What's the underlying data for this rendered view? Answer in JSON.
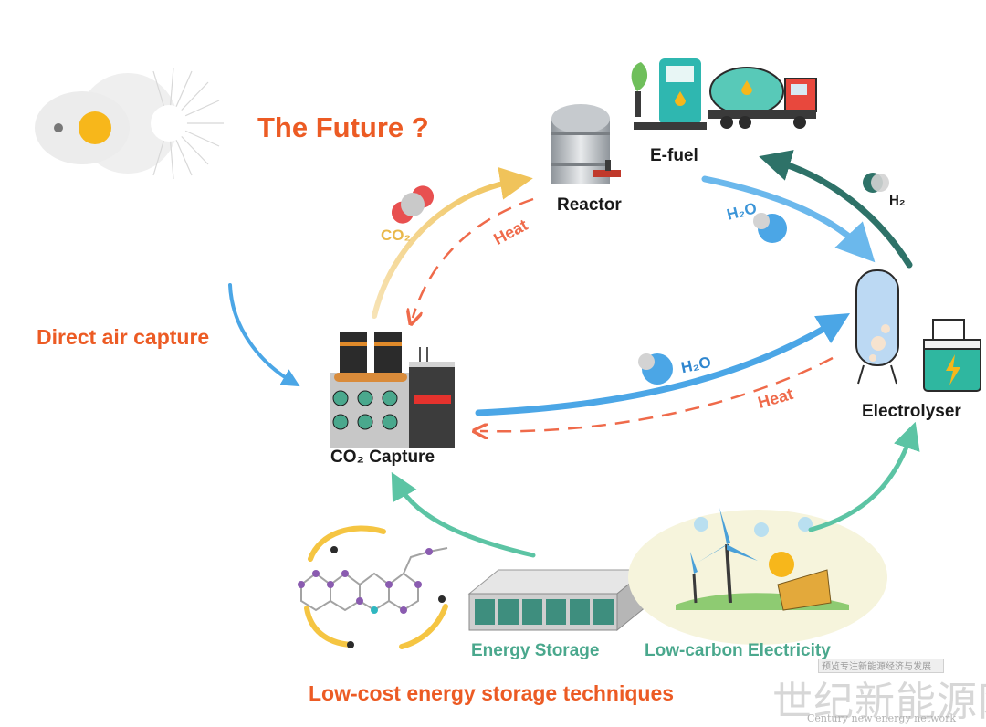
{
  "title": "The Future ?",
  "left_label": "Direct air capture",
  "bottom_label": "Low-cost energy storage techniques",
  "nodes": {
    "reactor": "Reactor",
    "efuel": "E-fuel",
    "electrolyser": "Electrolyser",
    "co2_capture": "CO₂ Capture",
    "energy_storage": "Energy Storage",
    "low_carbon": "Low-carbon Electricity"
  },
  "flows": {
    "co2": "CO₂",
    "h2o_top": "H₂O",
    "h2o_mid": "H₂O",
    "h2": "H₂",
    "heat_top": "Heat",
    "heat_mid": "Heat"
  },
  "watermark": {
    "small": "预览专注新能源经济与发展",
    "big": "世纪新能源网",
    "english": "Century new energy network"
  },
  "colors": {
    "title_orange": "#ec5b24",
    "co2_arrow": "#f0c35a",
    "water_arrow": "#4ba6e6",
    "heat_arrow": "#ef6a4a",
    "h2_arrow": "#2e7268",
    "storage_arrow": "#5cc4a4"
  }
}
